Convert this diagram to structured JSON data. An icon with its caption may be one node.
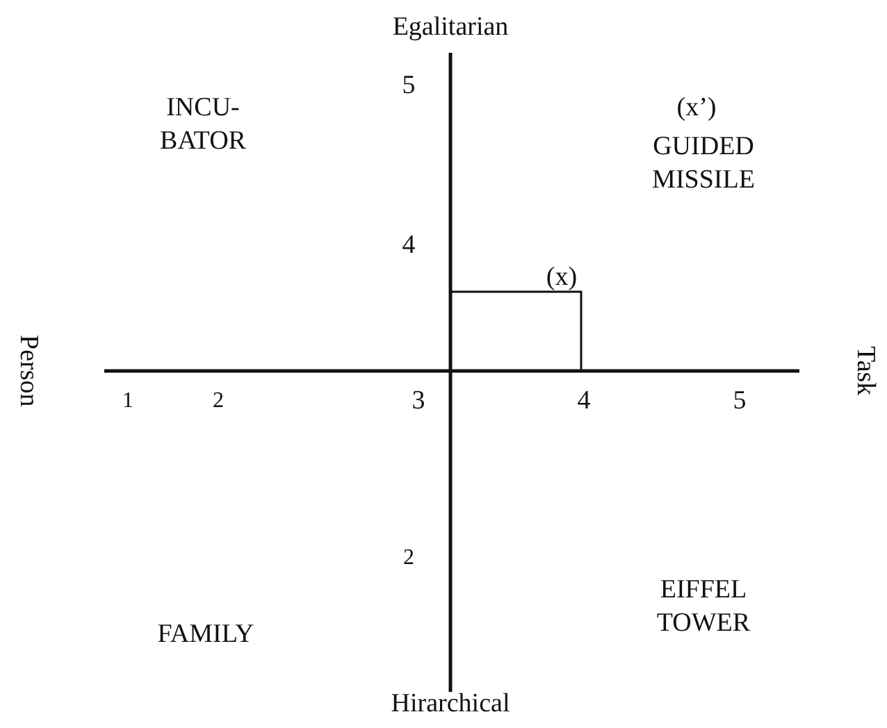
{
  "diagram": {
    "labels": [
      "Egalitarian",
      "5",
      "INCU- BATOR",
      "(x’)",
      "GUIDED MISSILE",
      "4",
      "(x)",
      "Person",
      "Task",
      "1",
      "2",
      "3",
      "4",
      "5",
      "2",
      "EIFFEL TOWER",
      "FAMILY",
      "Hirarchical"
    ]
  }
}
